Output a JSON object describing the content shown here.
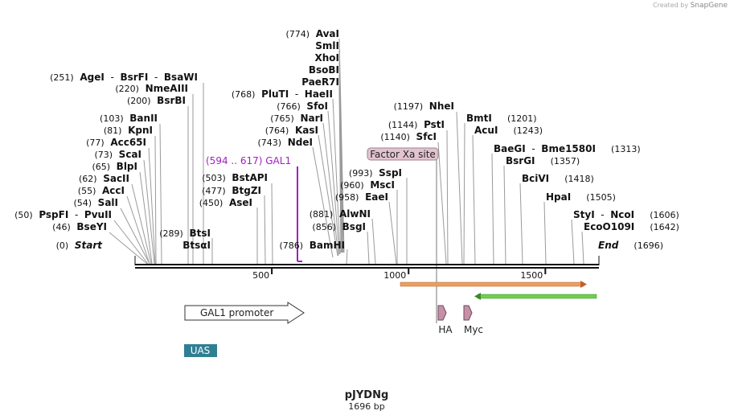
{
  "credit": {
    "prefix": "Created by",
    "brand": "SnapGene"
  },
  "plasmid": {
    "name": "pJYDNg",
    "length_label": "1696 bp",
    "length": 1696
  },
  "ruler": [
    {
      "label": "500"
    },
    {
      "label": "1000"
    },
    {
      "label": "1500"
    }
  ],
  "sites": [
    {
      "pos": "(774)",
      "name": "AvaI",
      "bp": 774,
      "pos_visible": true
    },
    {
      "name": "SmlI",
      "bp": 774
    },
    {
      "name": "XhoI",
      "bp": 774
    },
    {
      "name": "BsoBI",
      "bp": 774
    },
    {
      "name": "PaeR7I",
      "bp": 774
    },
    {
      "pos": "(768)",
      "name": "PluTI",
      "sep": "-",
      "name2": "HaeII",
      "bp": 768
    },
    {
      "pos": "(766)",
      "name": "SfoI",
      "bp": 766
    },
    {
      "pos": "(765)",
      "name": "NarI",
      "bp": 765
    },
    {
      "pos": "(764)",
      "name": "KasI",
      "bp": 764
    },
    {
      "pos": "(743)",
      "name": "NdeI",
      "bp": 743
    },
    {
      "pos": "(251)",
      "name": "AgeI",
      "sep": "-",
      "name2": "BsrFI",
      "sep2": "-",
      "name3": "BsaWI",
      "bp": 251
    },
    {
      "pos": "(220)",
      "name": "NmeAIII",
      "bp": 220
    },
    {
      "pos": "(200)",
      "name": "BsrBI",
      "bp": 200
    },
    {
      "pos": "(103)",
      "name": "BanII",
      "bp": 103
    },
    {
      "pos": "(81)",
      "name": "KpnI",
      "bp": 81
    },
    {
      "pos": "(77)",
      "name": "Acc65I",
      "bp": 77
    },
    {
      "pos": "(73)",
      "name": "ScaI",
      "bp": 73
    },
    {
      "pos": "(65)",
      "name": "BlpI",
      "bp": 65
    },
    {
      "pos": "(62)",
      "name": "SacII",
      "bp": 62
    },
    {
      "pos": "(55)",
      "name": "AccI",
      "bp": 55
    },
    {
      "pos": "(54)",
      "name": "SalI",
      "bp": 54
    },
    {
      "pos": "(50)",
      "name": "PspFI",
      "sep": "-",
      "name2": "PvuII",
      "bp": 50
    },
    {
      "pos": "(46)",
      "name": "BseYI",
      "bp": 46
    },
    {
      "pos": "(0)",
      "name": "Start",
      "italic": true,
      "bp": 0
    },
    {
      "pos": "(289)",
      "name": "BtsI",
      "bp": 289
    },
    {
      "name": "BtsαI",
      "bp": 289
    },
    {
      "pos": "(503)",
      "name": "BstAPI",
      "bp": 503
    },
    {
      "pos": "(477)",
      "name": "BtgZI",
      "bp": 477
    },
    {
      "pos": "(450)",
      "name": "AseI",
      "bp": 450
    },
    {
      "pos": "(786)",
      "name": "BamHI",
      "bp": 786
    },
    {
      "pos": "(993)",
      "name": "SspI",
      "bp": 993
    },
    {
      "pos": "(960)",
      "name": "MscI",
      "bp": 960
    },
    {
      "pos": "(958)",
      "name": "EaeI",
      "bp": 958
    },
    {
      "pos": "(881)",
      "name": "AlwNI",
      "bp": 881
    },
    {
      "pos": "(856)",
      "name": "BsgI",
      "bp": 856
    },
    {
      "pos": "(1197)",
      "name": "NheI",
      "bp": 1197
    },
    {
      "pos": "(1144)",
      "name": "PstI",
      "bp": 1144
    },
    {
      "pos": "(1140)",
      "name": "SfcI",
      "bp": 1140
    },
    {
      "name": "BmtI",
      "pos": "(1201)",
      "bp": 1201
    },
    {
      "name": "AcuI",
      "pos": "(1243)",
      "bp": 1243
    },
    {
      "name": "BaeGI",
      "sep": "-",
      "name2": "Bme1580I",
      "pos": "(1313)",
      "bp": 1313
    },
    {
      "name": "BsrGI",
      "pos": "(1357)",
      "bp": 1357
    },
    {
      "name": "BciVI",
      "pos": "(1418)",
      "bp": 1418
    },
    {
      "name": "HpaI",
      "pos": "(1505)",
      "bp": 1505
    },
    {
      "name": "StyI",
      "sep": "-",
      "name2": "NcoI",
      "pos": "(1606)",
      "bp": 1606
    },
    {
      "name": "EcoO109I",
      "pos": "(1642)",
      "bp": 1642
    },
    {
      "name": "End",
      "italic": true,
      "pos": "(1696)",
      "bp": 1696
    }
  ],
  "gal1_site": {
    "label": "(594 .. 617)  GAL1",
    "start": 594,
    "end": 617
  },
  "features": {
    "factor_xa": "Factor Xa site",
    "gal1_promoter": "GAL1 promoter",
    "uas": "UAS",
    "ha": "HA",
    "myc": "Myc"
  },
  "colors": {
    "gal1": "#a020c0",
    "uas": "#2f7f93",
    "orange_arrow": "#e8a060",
    "green_arrow": "#6fcf4f",
    "tag": "#c890a8",
    "factor_xa": "#e2c4d0"
  }
}
